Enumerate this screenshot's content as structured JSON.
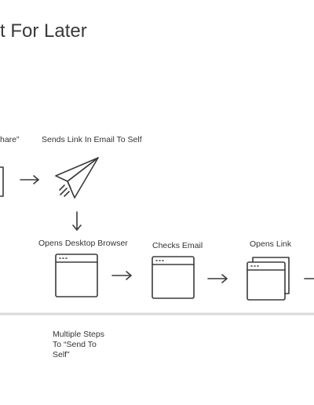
{
  "page": {
    "title": "t For Later"
  },
  "labels": {
    "share": "hare”",
    "email_self": "Sends Link In Email To Self",
    "desktop_browser": "Opens Desktop Browser",
    "checks_email": "Checks Email",
    "opens_link": "Opens Link"
  },
  "note": {
    "text": "Multiple Steps\nTo “Send To\nSelf”"
  },
  "colors": {
    "stroke": "#3b3b3b",
    "divider": "#d9d9d9"
  },
  "icons": [
    "browser-icon",
    "paper-plane-icon",
    "browser-window-icon",
    "stacked-windows-icon",
    "arrow-right-icon",
    "arrow-down-icon"
  ]
}
